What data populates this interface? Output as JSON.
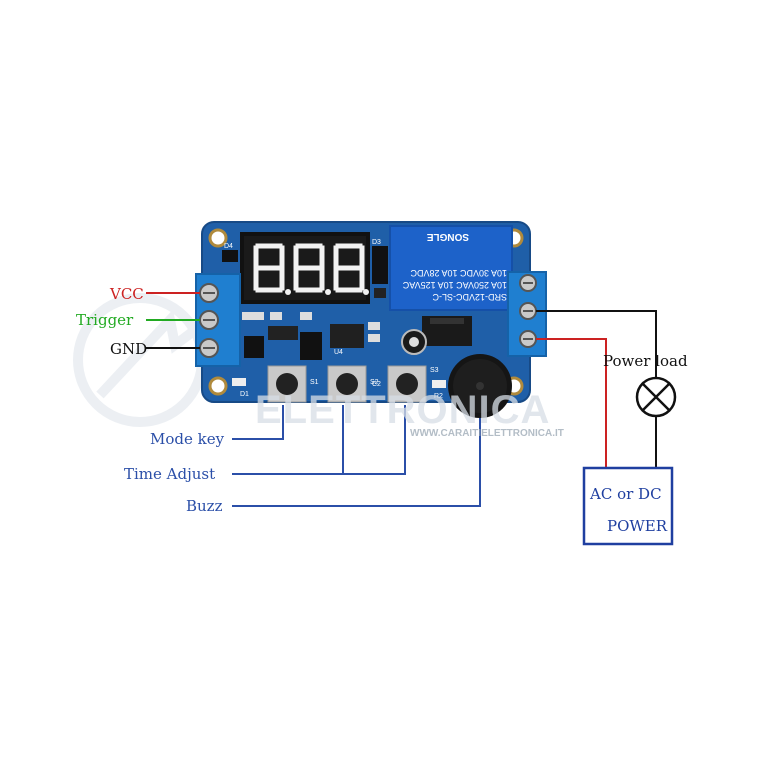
{
  "labels": {
    "vcc": "VCC",
    "trigger": "Trigger",
    "gnd": "GND",
    "mode_key": "Mode key",
    "time_adjust": "Time Adjust",
    "buzz": "Buzz",
    "power_load": "Power load",
    "power_box_line1": "AC or DC",
    "power_box_line2": "POWER"
  },
  "pcb_markings": {
    "relay_line1": "SRD-12VDC-SL-C",
    "relay_line2": "10A 250VAC  10A 125VAC",
    "relay_line3": "10A 30VDC  10A 28VDC",
    "relay_brand": "SONGLE",
    "display": "8.8.8.",
    "silk_d1": "D1",
    "silk_s1": "S1",
    "silk_s2": "S2",
    "silk_s3": "S3",
    "silk_c2": "C2",
    "silk_r2": "R2",
    "silk_u4": "U4",
    "silk_d3": "D3",
    "silk_d4": "D4"
  },
  "watermark": {
    "line1": "ELETTRONICA",
    "line2": "WWW.CARAITIELETTRONICA.IT"
  },
  "colors": {
    "vcc_wire": "#cc2222",
    "trigger_wire": "#22aa22",
    "gnd_wire": "#111111",
    "callout_blue": "#2b4fa8",
    "pcb_blue": "#1f5fa8",
    "relay_blue": "#1d62c9",
    "terminal_blue": "#1f7fd0",
    "power_box_border": "#1f3fa0"
  }
}
